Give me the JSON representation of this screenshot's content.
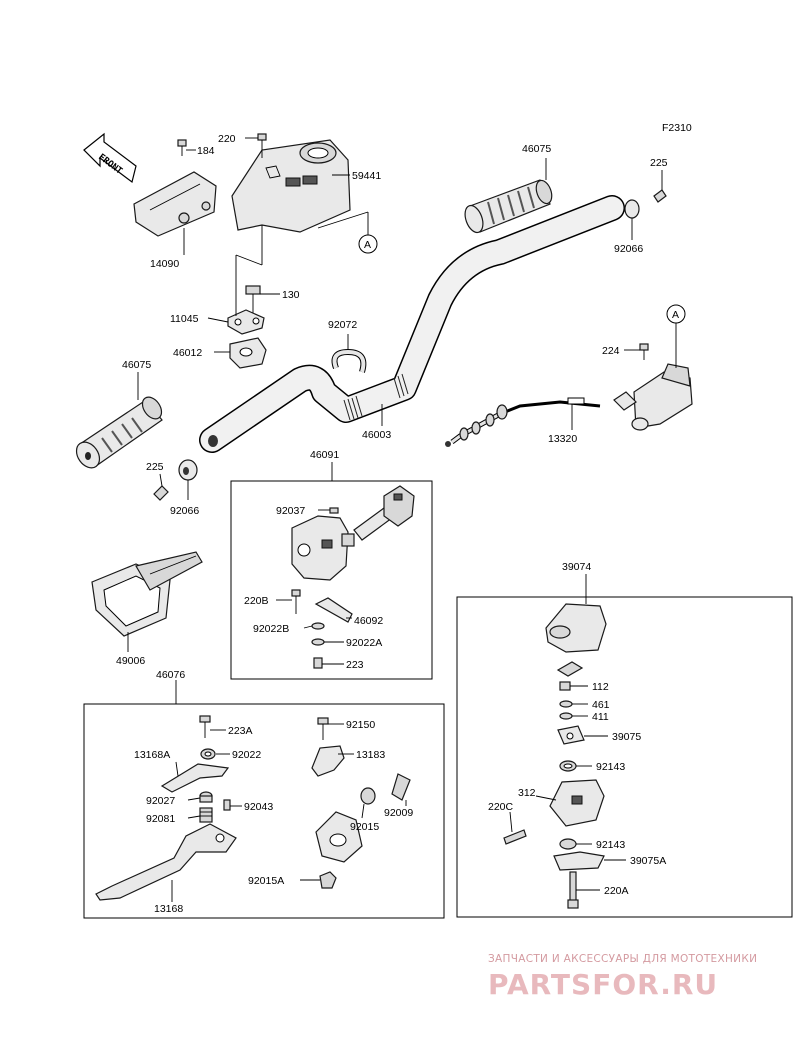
{
  "diagram": {
    "figure_code": "F2310",
    "front_label": "FRONT",
    "ref_marker": "A",
    "labels": {
      "p220_top": "220",
      "p184": "184",
      "p59441": "59441",
      "p14090": "14090",
      "p130": "130",
      "p11045": "11045",
      "p46012": "46012",
      "p92072": "92072",
      "p46075_left": "46075",
      "p46003": "46003",
      "p225_left": "225",
      "p92066_left": "92066",
      "p46075_right": "46075",
      "p225_right": "225",
      "p92066_right": "92066",
      "p224": "224",
      "p13320": "13320",
      "p46091": "46091",
      "p92037": "92037",
      "p220B": "220B",
      "p92022B": "92022B",
      "p46092": "46092",
      "p92022A": "92022A",
      "p223": "223",
      "p49006": "49006",
      "p46076": "46076",
      "p223A": "223A",
      "p13168A": "13168A",
      "p92022": "92022",
      "p92027": "92027",
      "p92043": "92043",
      "p92081": "92081",
      "p13168": "13168",
      "p92150": "92150",
      "p13183": "13183",
      "p92009": "92009",
      "p92015": "92015",
      "p92015A": "92015A",
      "p39074": "39074",
      "p112": "112",
      "p461": "461",
      "p411": "411",
      "p39075": "39075",
      "p92143_top": "92143",
      "p312": "312",
      "p220C": "220C",
      "p92143_bottom": "92143",
      "p39075A": "39075A",
      "p220A": "220A"
    }
  },
  "watermark": {
    "tagline": "ЗАПЧАСТИ И АКСЕССУАРЫ ДЛЯ МОТОТЕХНИКИ",
    "brand": "PARTSFOR.RU"
  },
  "colors": {
    "line": "#000000",
    "part_fill": "#e9e9e9",
    "watermark_text": "#d49aa0",
    "watermark_brand": "#e8b9bd"
  }
}
